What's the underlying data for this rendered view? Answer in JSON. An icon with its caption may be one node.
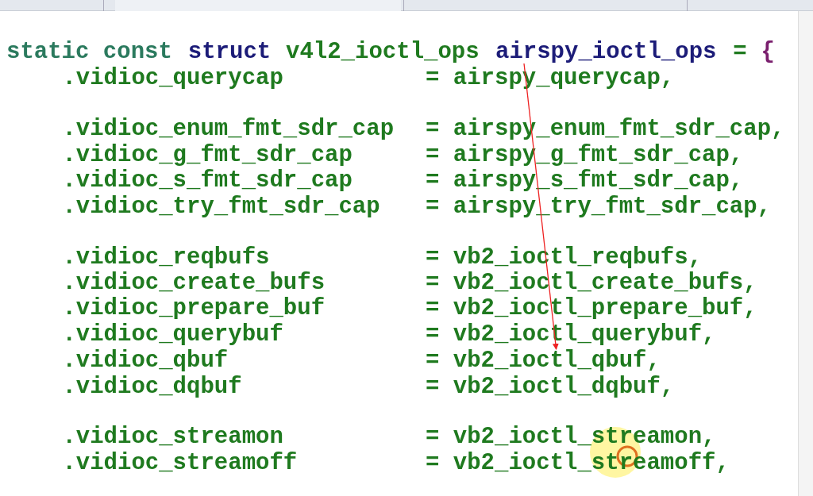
{
  "diagram": {
    "nodes": [
      {
        "text": [
          "airspy_ioctl_ops"
        ]
      },
      {
        "text": [
          "= vb2_ioctl_qbuf,"
        ]
      }
    ],
    "edges": [
      {
        "from": 0,
        "to": 1,
        "arrow": "to",
        "color": "#ee2222"
      }
    ],
    "labels": [
      "static const",
      "struct",
      "v4l2_ioctl_ops",
      "=",
      "{",
      ".vidioc_querycap",
      "= airspy_querycap,",
      ".vidioc_enum_fmt_sdr_cap",
      "= airspy_enum_fmt_sdr_cap,",
      ".vidioc_g_fmt_sdr_cap",
      "= airspy_g_fmt_sdr_cap,",
      ".vidioc_s_fmt_sdr_cap",
      "= airspy_s_fmt_sdr_cap,",
      ".vidioc_try_fmt_sdr_cap",
      "= airspy_try_fmt_sdr_cap,",
      ".vidioc_reqbufs",
      "= vb2_ioctl_reqbufs,",
      ".vidioc_create_bufs",
      "= vb2_ioctl_create_bufs,",
      ".vidioc_prepare_buf",
      "= vb2_ioctl_prepare_buf,",
      ".vidioc_querybuf",
      "= vb2_ioctl_querybuf,",
      ".vidioc_qbuf",
      ".vidioc_dqbuf",
      "= vb2_ioctl_dqbuf,",
      ".vidioc_streamon",
      "= vb2_ioctl_streamon,",
      ".vidioc_streamoff",
      "= vb2_ioctl_streamoff,"
    ]
  }
}
